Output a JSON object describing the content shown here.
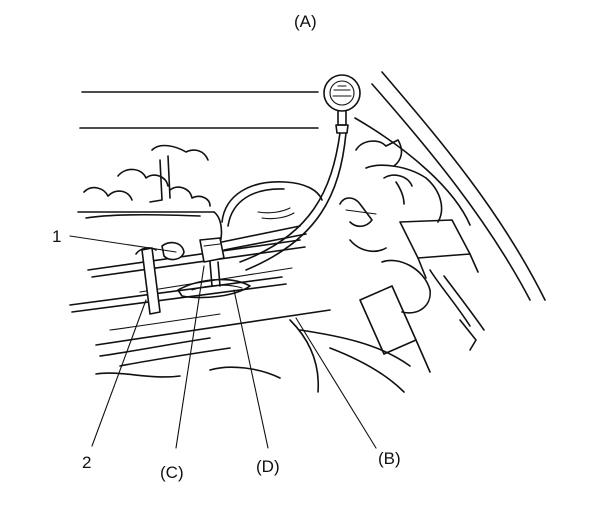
{
  "labels": {
    "gauge": "(A)",
    "item_1": "1",
    "item_2": "2",
    "c": "(C)",
    "d": "(D)",
    "b": "(B)"
  }
}
